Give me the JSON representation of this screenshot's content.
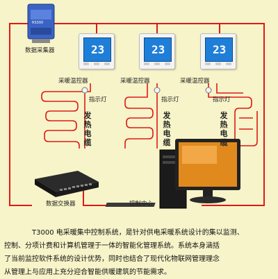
{
  "labels": {
    "collector": "数据采集器",
    "collector_brand": "RS300",
    "thermostat": "采暖温控器",
    "indicator": "指示灯",
    "cable": "发热电缆",
    "switch": "数据交换器",
    "control_center": "控制中心"
  },
  "thermostat_reading": "23",
  "description": [
    "T3000 电采暖集中控制系统，是针对供电采暖系统设计的集以监测、",
    "控制、分项计费和计算机管理于一体的智能化管理系统。系统本身涵括",
    "了当前监控软件系统的设计优势，同时也结合了现代化物联网管理理念",
    "从管理上与应用上充分迎合智能供暖建筑的节能需求。"
  ],
  "colors": {
    "background": "#f7f4c9",
    "wire": "#e01818",
    "screen": "#1f7fd8"
  }
}
